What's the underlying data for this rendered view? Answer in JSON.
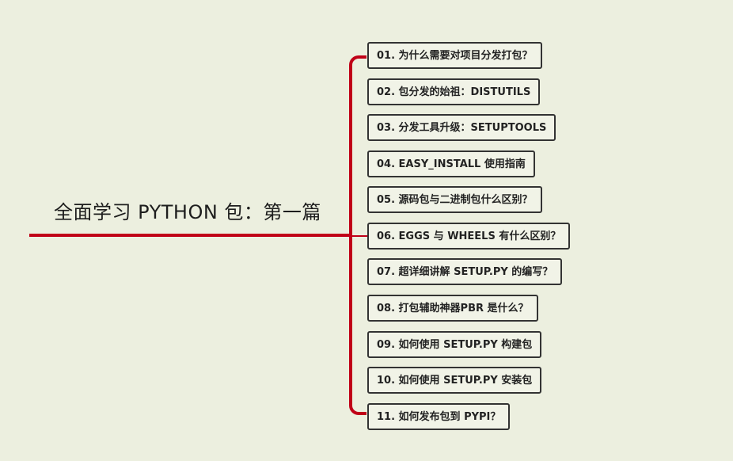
{
  "root": {
    "title": "全面学习 PYTHON 包：第一篇"
  },
  "topics": [
    {
      "label": "01. 为什么需要对项目分发打包？"
    },
    {
      "label": "02. 包分发的始祖：DISTUTILS"
    },
    {
      "label": "03. 分发工具升级：SETUPTOOLS"
    },
    {
      "label": "04. EASY_INSTALL 使用指南"
    },
    {
      "label": "05. 源码包与二进制包什么区别？"
    },
    {
      "label": "06. EGGS 与 WHEELS 有什么区别？"
    },
    {
      "label": "07. 超详细讲解 SETUP.PY 的编写？"
    },
    {
      "label": "08. 打包辅助神器PBR 是什么？"
    },
    {
      "label": "09. 如何使用 SETUP.PY 构建包"
    },
    {
      "label": "10. 如何使用 SETUP.PY 安装包"
    },
    {
      "label": "11. 如何发布包到 PYPI？"
    }
  ],
  "colors": {
    "background": "#ecefdf",
    "connector": "#c00018",
    "node_border": "#333333"
  }
}
